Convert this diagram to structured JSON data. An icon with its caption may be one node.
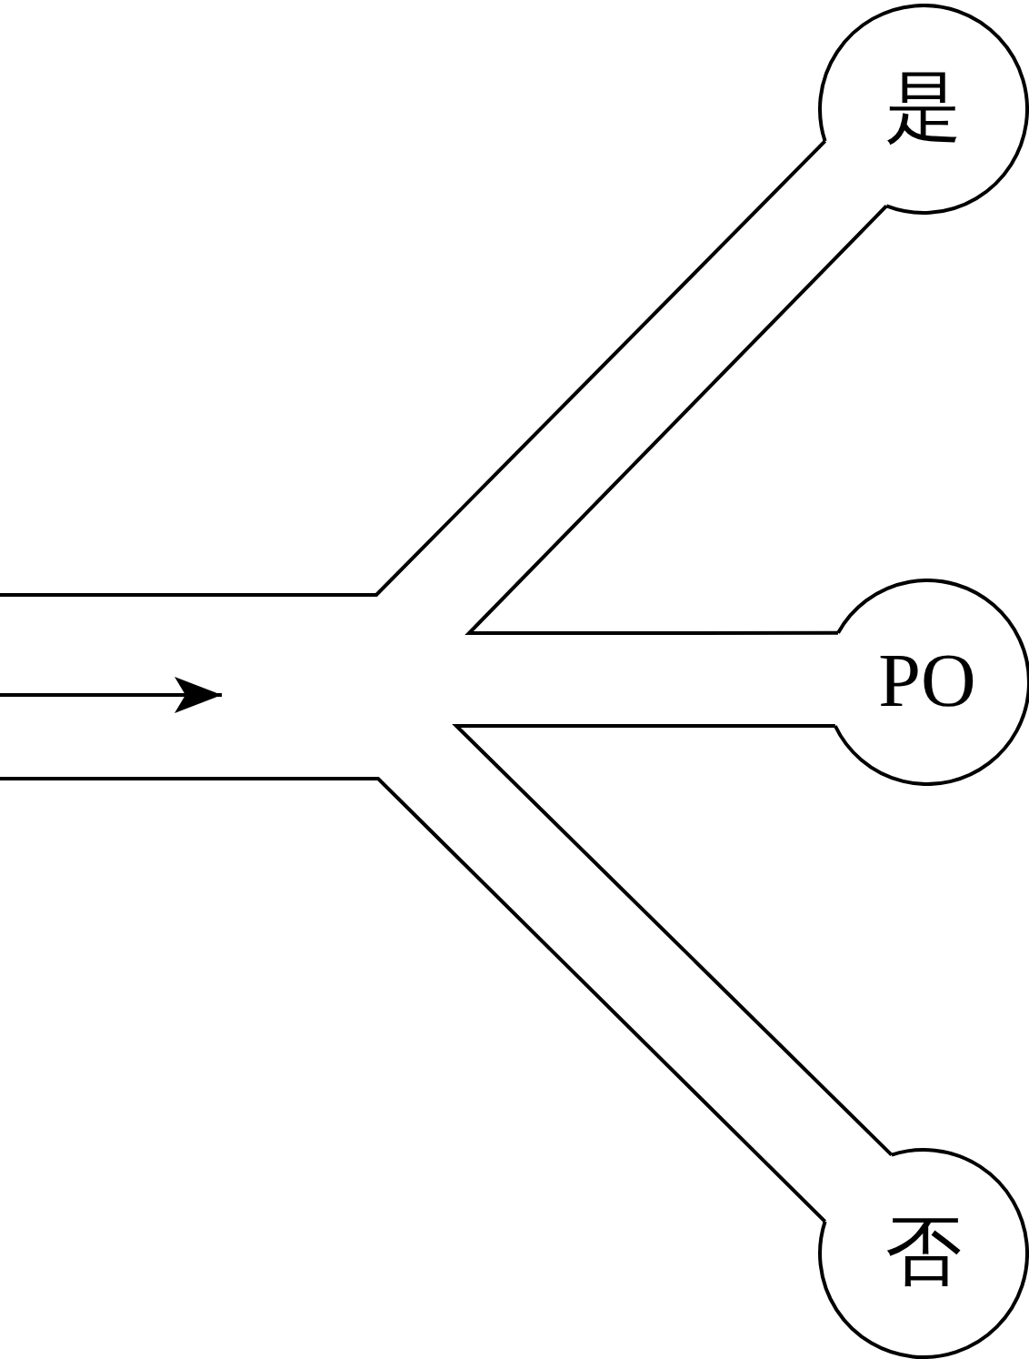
{
  "diagram": {
    "nodes": [
      {
        "text": [
          "是"
        ]
      },
      {
        "text": [
          "PO"
        ]
      },
      {
        "text": [
          "否"
        ]
      }
    ]
  }
}
